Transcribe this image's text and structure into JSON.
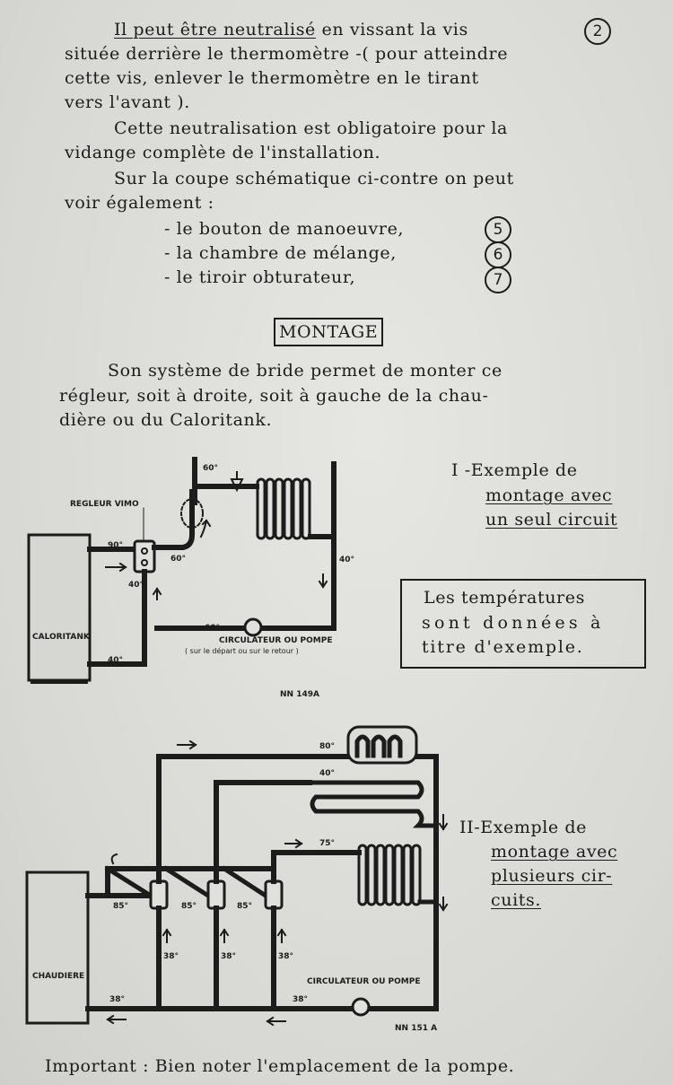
{
  "paragraph1": {
    "line1_part1": "Il peut être neutralisé",
    "line1_part2": "en vissant la vis",
    "line1_num": "2",
    "line2": "située derrière le thermomètre -( pour atteindre",
    "line3": "cette vis, enlever le thermomètre en le tirant",
    "line4": "vers l'avant )."
  },
  "paragraph2": {
    "line1": "Cette neutralisation est obligatoire pour la",
    "line2": "vidange complète de l'installation."
  },
  "paragraph3": {
    "line1": "Sur la coupe schématique ci-contre on peut",
    "line2": "voir également :"
  },
  "items": [
    {
      "text": "- le bouton de manoeuvre,",
      "num": "5"
    },
    {
      "text": "- la chambre de mélange,",
      "num": "6"
    },
    {
      "text": "- le tiroir  obturateur,",
      "num": "7"
    }
  ],
  "section_title": "MONTAGE",
  "montage_text": {
    "line1": "Son système de bride permet de monter ce",
    "line2": "régleur, soit à droite, soit à gauche de la chau-",
    "line3": "dière ou du Caloritank."
  },
  "example1": {
    "line1": "I -Exemple de",
    "line2": "montage avec",
    "line3": "un seul circuit"
  },
  "note_box": {
    "line1": "Les températures",
    "line2": "sont données à",
    "line3": "titre d'exemple."
  },
  "diagram1": {
    "regulator_label": "REGLEUR VIMO",
    "boiler_label": "CALORITANK",
    "pump_label": "CIRCULATEUR OU POMPE",
    "pump_note": "( sur le départ ou sur le retour )",
    "t_60_top": "60°",
    "t_90": "90°",
    "t_60_mid": "60°",
    "t_40_right": "40°",
    "t_40_left": "40°",
    "t_40_bottom": "40°",
    "ref": "NN 149A"
  },
  "example2": {
    "line1": "II-Exemple de",
    "line2": "montage avec",
    "line3": "plusieurs cir-",
    "line4": "cuits."
  },
  "diagram2": {
    "boiler_label": "CHAUDIERE",
    "pump_label": "CIRCULATEUR OU POMPE",
    "t_80": "80°",
    "t_40": "40°",
    "t_75": "75°",
    "t_85_a": "85°",
    "t_85_b": "85°",
    "t_85_c": "85°",
    "t_38_a": "38°",
    "t_38_b": "38°",
    "t_38_c": "38°",
    "t_38_bottom_left": "38°",
    "t_38_bottom_right": "38°",
    "ref": "NN 151 A"
  },
  "footer": "Important : Bien noter l'emplacement de la pompe."
}
